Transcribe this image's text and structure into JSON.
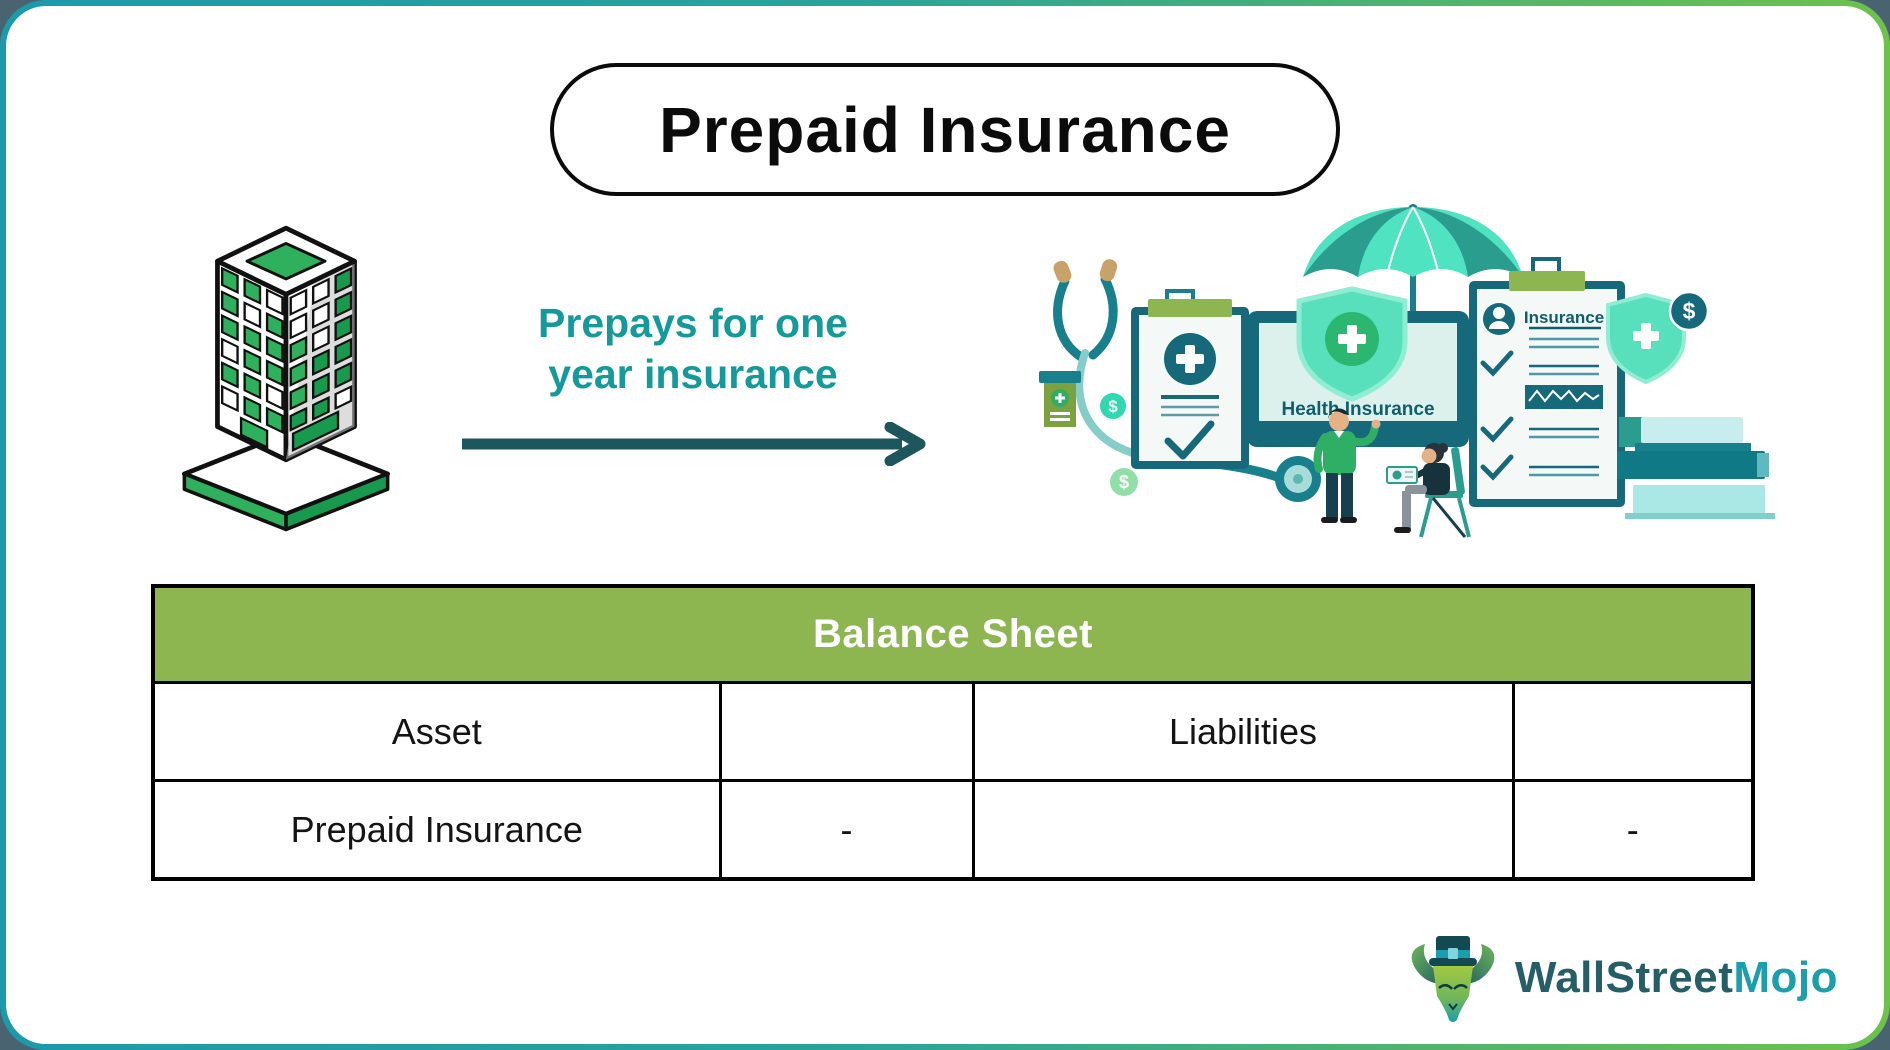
{
  "title": "Prepaid Insurance",
  "flow": {
    "caption_lines": [
      "Prepays for one",
      "year insurance"
    ]
  },
  "illustration": {
    "monitor_label": "Health Insurance",
    "clipboard_title": "Insurance",
    "dollar_sign": "$"
  },
  "table": {
    "header": "Balance Sheet",
    "rows": [
      [
        "Asset",
        "",
        "Liabilities",
        ""
      ],
      [
        "Prepaid Insurance",
        "-",
        "",
        "-"
      ]
    ]
  },
  "logo": {
    "primary": "WallStreet",
    "secondary": "Mojo"
  },
  "colors": {
    "frame_teal": "#1b9aaa",
    "frame_green": "#6cc24a",
    "caption_teal": "#149a9b",
    "arrow_teal": "#1d565c",
    "table_header_bg": "#8db650",
    "building_green": "#2eb05c",
    "illustration_dark_teal": "#16697a",
    "illustration_mint": "#57e0bb",
    "logo_primary": "#265e66",
    "logo_secondary": "#1b9fad"
  }
}
